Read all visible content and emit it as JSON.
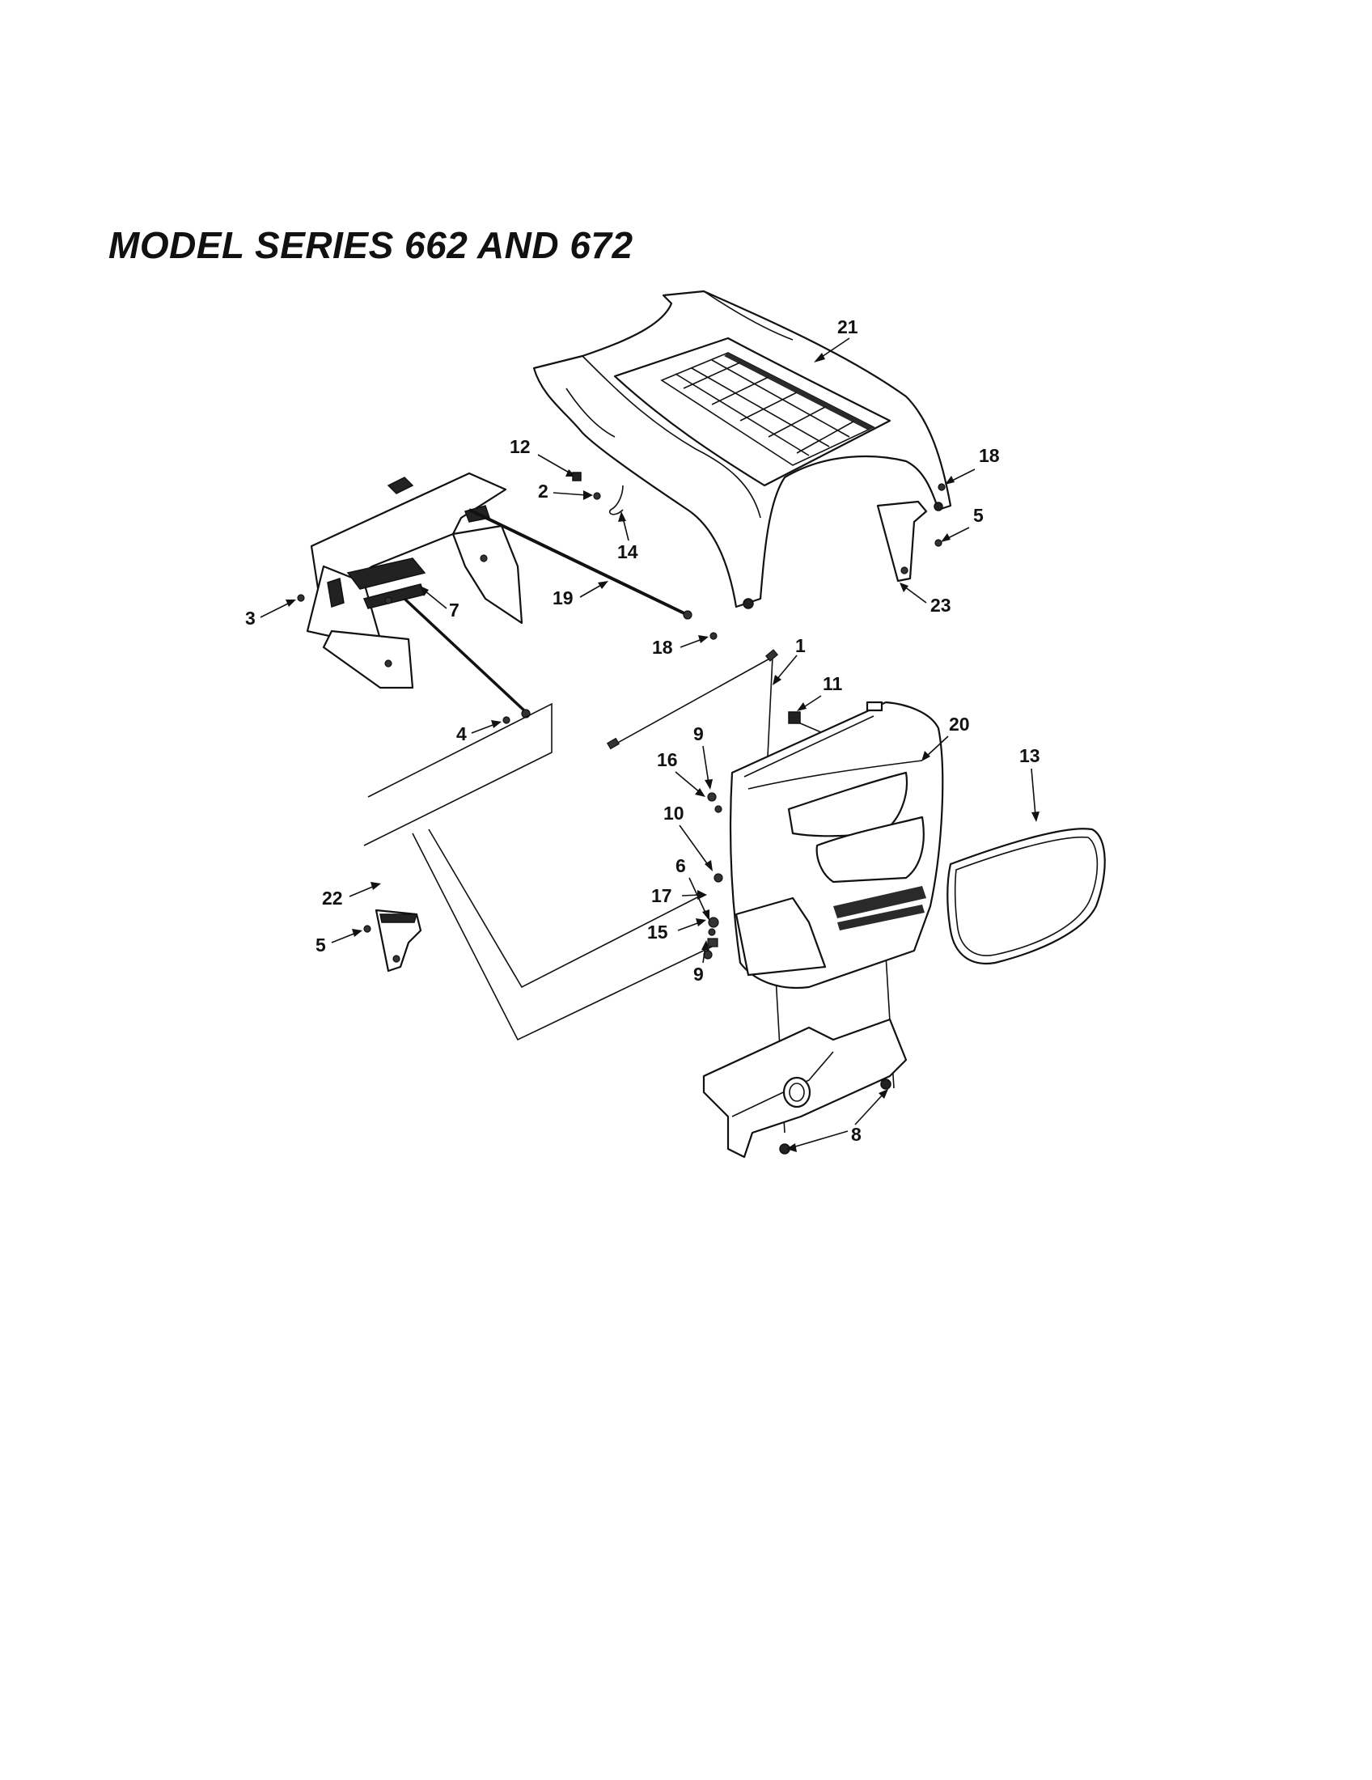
{
  "title": "MODEL SERIES 662 AND 672",
  "callouts": [
    "21",
    "12",
    "18",
    "2",
    "5",
    "14",
    "3",
    "7",
    "19",
    "23",
    "18",
    "1",
    "11",
    "4",
    "20",
    "9",
    "16",
    "13",
    "10",
    "6",
    "22",
    "17",
    "15",
    "5",
    "9",
    "8"
  ]
}
